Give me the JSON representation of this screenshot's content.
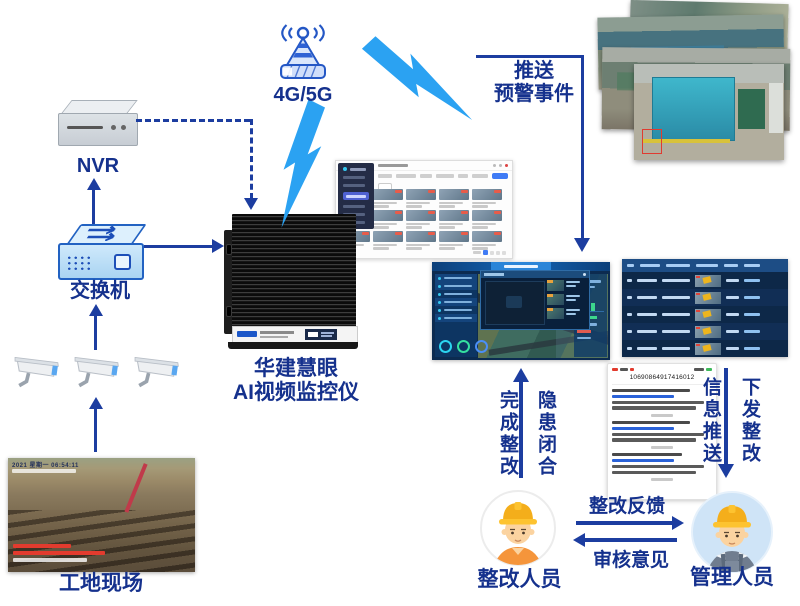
{
  "colors": {
    "arrow_navy": "#1c3da0",
    "label_navy": "#15318d",
    "bolt_blue": "#2ba2f2",
    "hat_yellow": "#f4ae1b"
  },
  "left_chain": {
    "nvr_label": "NVR",
    "switch_label": "交换机",
    "site_label": "工地现场",
    "site_timestamp": "2021 星期一 06:54:11"
  },
  "uplink": {
    "antenna_label": "4G/5G",
    "push_line1": "推送",
    "push_line2": "预警事件"
  },
  "device": {
    "name_line1": "华建慧眼",
    "name_line2": "AI视频监控仪"
  },
  "closure_flow": {
    "left_label": "完成整改",
    "right_label": "隐患闭合"
  },
  "dispatch_flow": {
    "left_label": "信息推送",
    "right_label": "下发整改"
  },
  "sms": {
    "sender_number": "10690864917416012"
  },
  "people": {
    "rectifier": "整改人员",
    "manager": "管理人员",
    "feedback_label": "整改反馈",
    "review_label": "审核意见"
  }
}
